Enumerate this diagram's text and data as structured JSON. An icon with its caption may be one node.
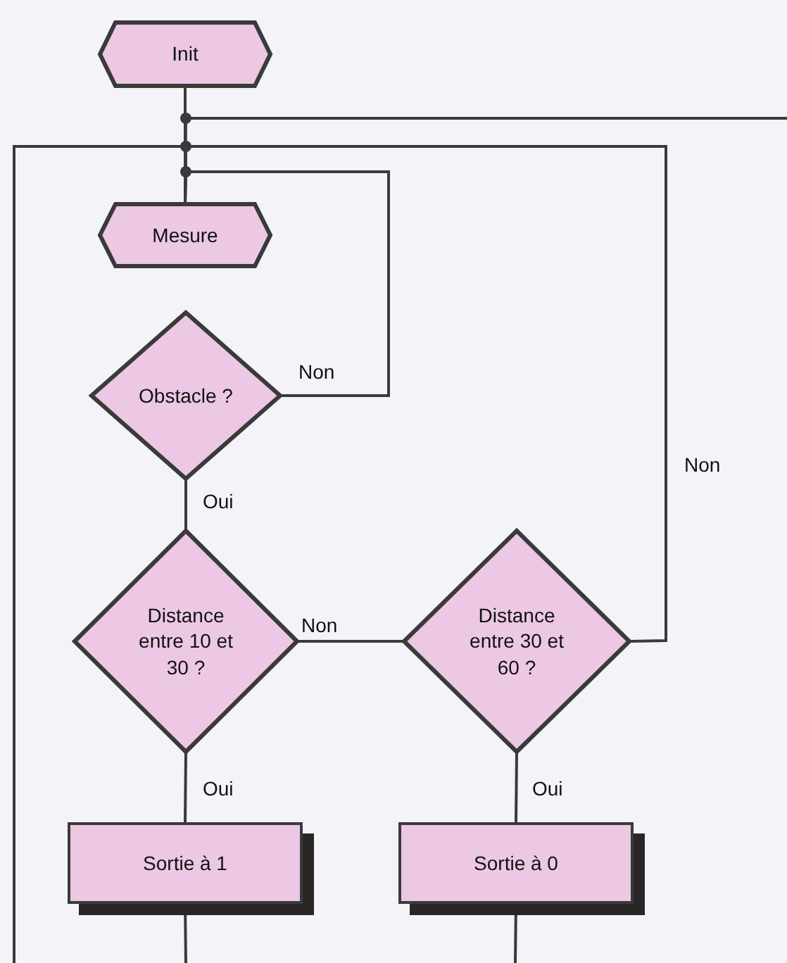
{
  "diagram": {
    "nodes": [
      {
        "text": [
          "Init"
        ]
      },
      {
        "text": [
          "Mesure"
        ]
      },
      {
        "text": [
          "Obstacle ?"
        ]
      },
      {
        "text": [
          "Distance entre 10 et 30 ?"
        ]
      },
      {
        "text": [
          "Distance entre 30 et 60 ?"
        ]
      },
      {
        "text": [
          "Sortie à 1"
        ]
      },
      {
        "text": [
          "Sortie à 0"
        ]
      }
    ],
    "edges": [
      {
        "from": 0,
        "to": 1,
        "arrow": "none"
      },
      {
        "from": 2,
        "to": 1,
        "arrow": "none",
        "label": "Non"
      },
      {
        "from": 2,
        "to": 3,
        "arrow": "none",
        "label": "Oui"
      },
      {
        "from": 3,
        "to": 4,
        "arrow": "none",
        "label": "Non"
      },
      {
        "from": 4,
        "to": 1,
        "arrow": "none",
        "label": "Non"
      },
      {
        "from": 3,
        "to": 5,
        "arrow": "none",
        "label": "Oui"
      },
      {
        "from": 4,
        "to": 6,
        "arrow": "none",
        "label": "Oui"
      },
      {
        "from": 5,
        "to": null,
        "arrow": "none"
      },
      {
        "from": 6,
        "to": null,
        "arrow": "none"
      },
      {
        "from": null,
        "to": 1,
        "arrow": "none"
      },
      {
        "from": null,
        "to": 1,
        "arrow": "none"
      }
    ]
  }
}
